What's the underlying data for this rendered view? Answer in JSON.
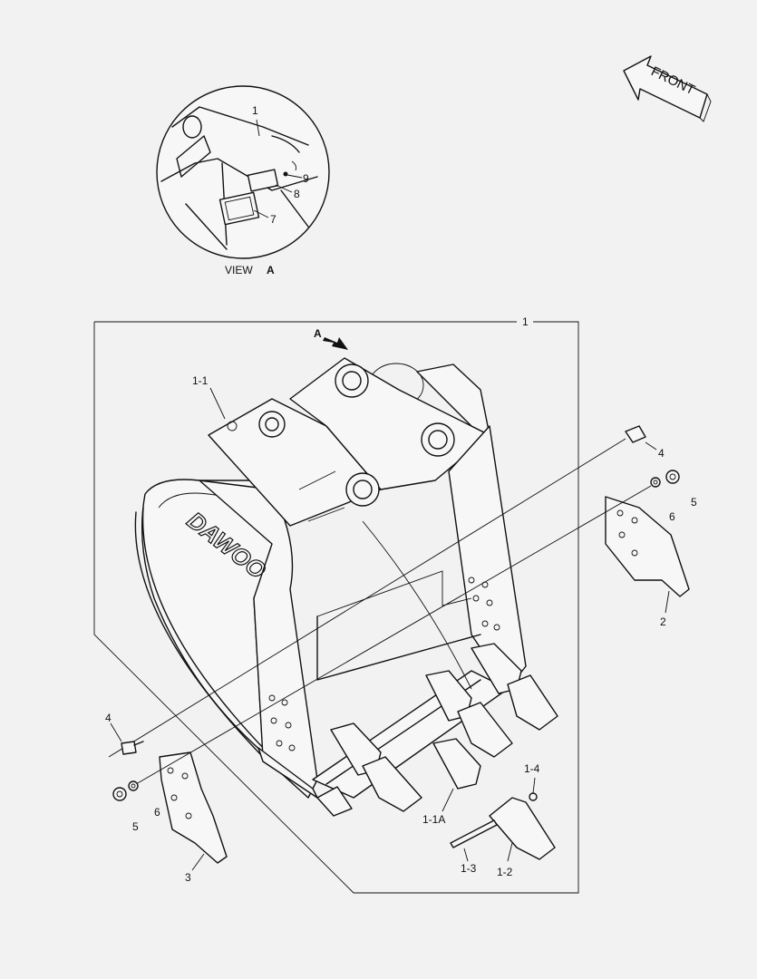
{
  "front_label": "FRONT",
  "view_caption": "VIEW",
  "view_letter": "A",
  "arrow_letter": "A",
  "brand_text": "DAWOO",
  "callouts": {
    "c1_main": "1",
    "c1_view": "1",
    "c1_1": "1-1",
    "c1_1a": "1-1A",
    "c1_2": "1-2",
    "c1_3": "1-3",
    "c1_4": "1-4",
    "c2": "2",
    "c3": "3",
    "c4_right": "4",
    "c4_left": "4",
    "c5_right": "5",
    "c5_left": "5",
    "c6_right": "6",
    "c6_left": "6",
    "c7": "7",
    "c8": "8",
    "c9": "9"
  }
}
